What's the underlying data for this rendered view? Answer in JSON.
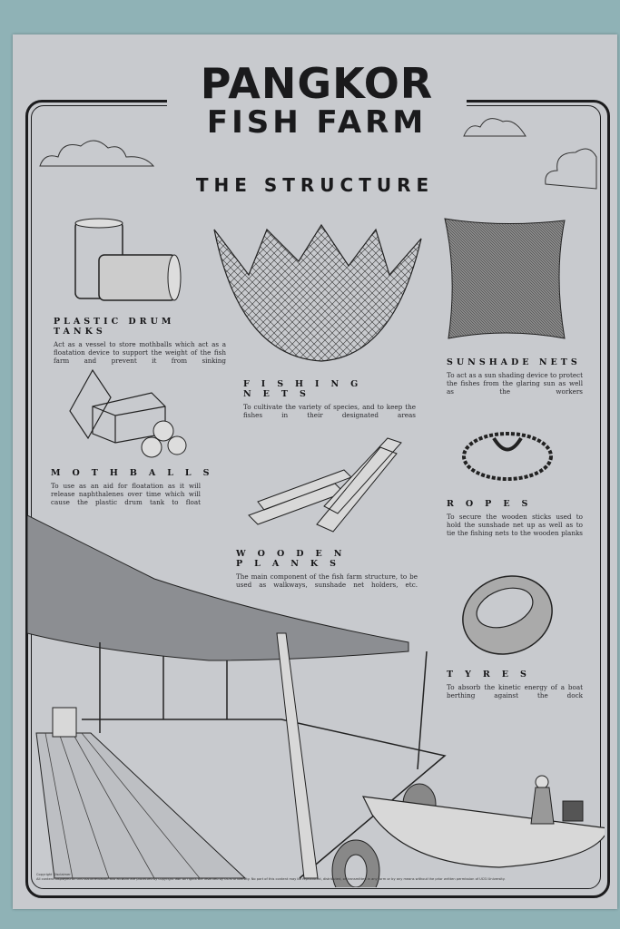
{
  "title_line1": "PANGKOR",
  "title_line2": "FISH FARM",
  "subtitle": "THE STRUCTURE",
  "items": [
    {
      "heading": "PLASTIC DRUM TANKS",
      "text": "Act as a vessel to store mothballs which act as a floatation device to support the weight of the fish farm and prevent it from sinking",
      "icon": "drum-tank-illustration"
    },
    {
      "heading": "FISHING NETS",
      "text": "To cultivate the variety of species, and to keep the fishes in their designated areas",
      "icon": "fishing-net-illustration"
    },
    {
      "heading": "SUNSHADE NETS",
      "text": "To act as a sun shading device to protect the fishes from the glaring sun as well as the workers",
      "icon": "sunshade-net-illustration"
    },
    {
      "heading": "MOTHBALLS",
      "text": "To use as an aid for floatation as it will release naphthalenes over time which will cause the plastic drum tank to float",
      "icon": "mothballs-illustration"
    },
    {
      "heading": "WOODEN PLANKS",
      "text": "The main component of the fish farm structure, to be used as walkways, sunshade net holders, etc.",
      "icon": "wooden-planks-illustration"
    },
    {
      "heading": "ROPES",
      "text": "To secure the wooden sticks used to hold the sunshade net up as well as to tie the fishing nets to the wooden planks",
      "icon": "rope-illustration"
    },
    {
      "heading": "TYRES",
      "text": "To absorb the kinetic energy of a boat berthing against the dock",
      "icon": "tyre-illustration"
    }
  ],
  "disclaimer_title": "Copyright Disclaimer",
  "disclaimer_text": "All content displayed on this documentation and artwork are protected by copyright law. All rights are reserved by UCSI University. No part of this content may be reproduced, distributed, or transmitted in any form or by any means without the prior written permission of UCSI University.",
  "colors": {
    "wall": "#8fb2b6",
    "paper": "#c8cace",
    "ink": "#1a1a1c"
  }
}
